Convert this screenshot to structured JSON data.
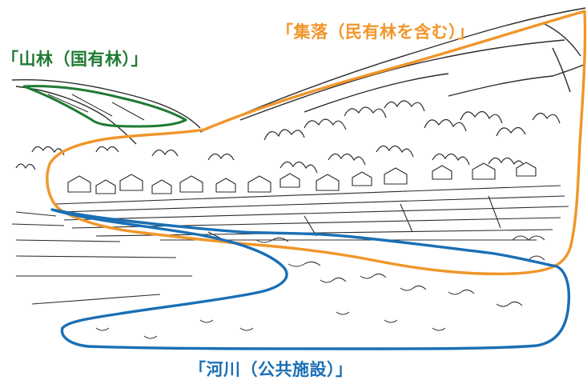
{
  "labels": {
    "forest": "「山林（国有林）」",
    "settlement": "「集落（民有林を含む）」",
    "river": "「河川（公共施設）」"
  },
  "colors": {
    "forest": "#1f7a32",
    "settlement": "#f0962a",
    "river": "#1a6fb5",
    "line_art": "#2b2b2b",
    "background": "#ffffff"
  }
}
